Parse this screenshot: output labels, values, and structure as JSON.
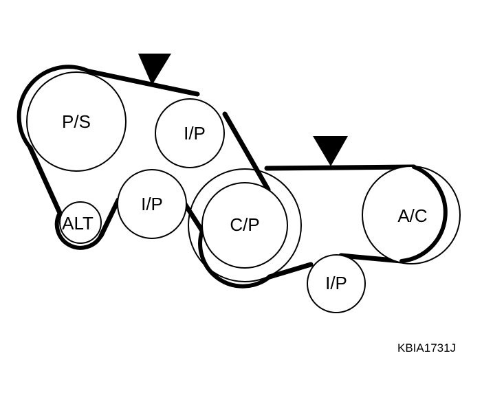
{
  "pulleys": {
    "ps": {
      "label": "P/S"
    },
    "idler_top": {
      "label": "I/P"
    },
    "alt": {
      "label": "ALT"
    },
    "idler_mid": {
      "label": "I/P"
    },
    "crank": {
      "label": "C/P"
    },
    "ac": {
      "label": "A/C"
    },
    "idler_bottom": {
      "label": "I/P"
    }
  },
  "tension_arrows": [
    "down-arrow",
    "down-arrow"
  ],
  "reference_code": "KBIA1731J",
  "colors": {
    "line": "#000000",
    "background": "#ffffff"
  }
}
